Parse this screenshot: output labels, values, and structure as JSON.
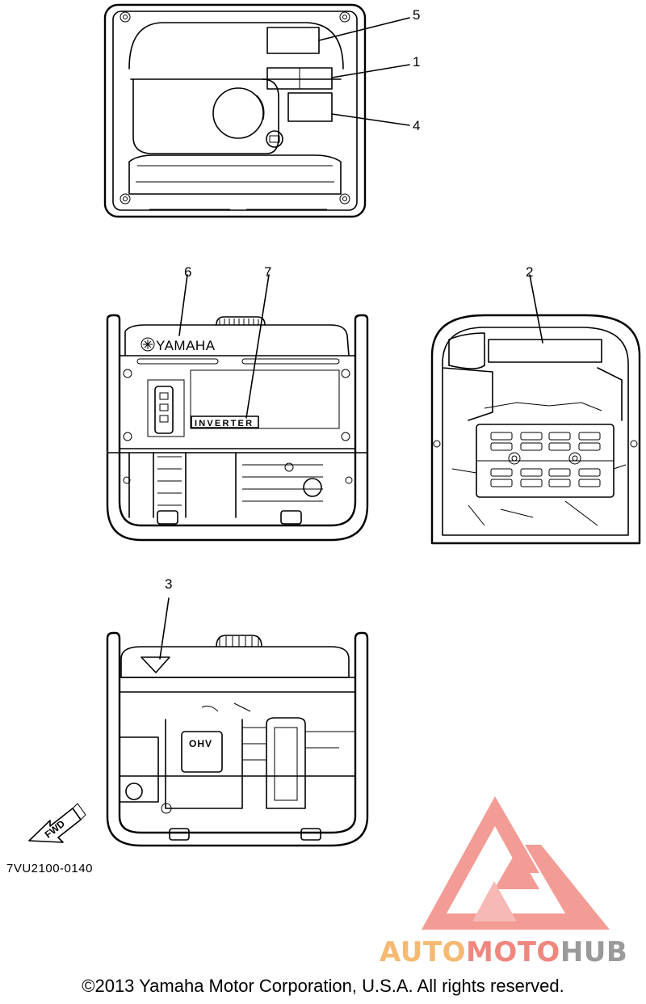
{
  "diagram": {
    "callouts": [
      "5",
      "1",
      "4",
      "6",
      "7",
      "2",
      "3"
    ],
    "nameplate_text": "YAMAHA",
    "inverter_text": "INVERTER",
    "ohv_text": "OHV",
    "fwd_text": "FWD",
    "part_code": "7VU2100-0140",
    "copyright": "©2013 Yamaha Motor Corporation, U.S.A. All rights reserved."
  },
  "watermark": {
    "brand_part1": "AUTO",
    "brand_part2": "MOTO",
    "brand_part3": "HUB",
    "colors": {
      "orange": "#f5b972",
      "red": "#f0877f",
      "gray": "#9a9a9a"
    }
  }
}
